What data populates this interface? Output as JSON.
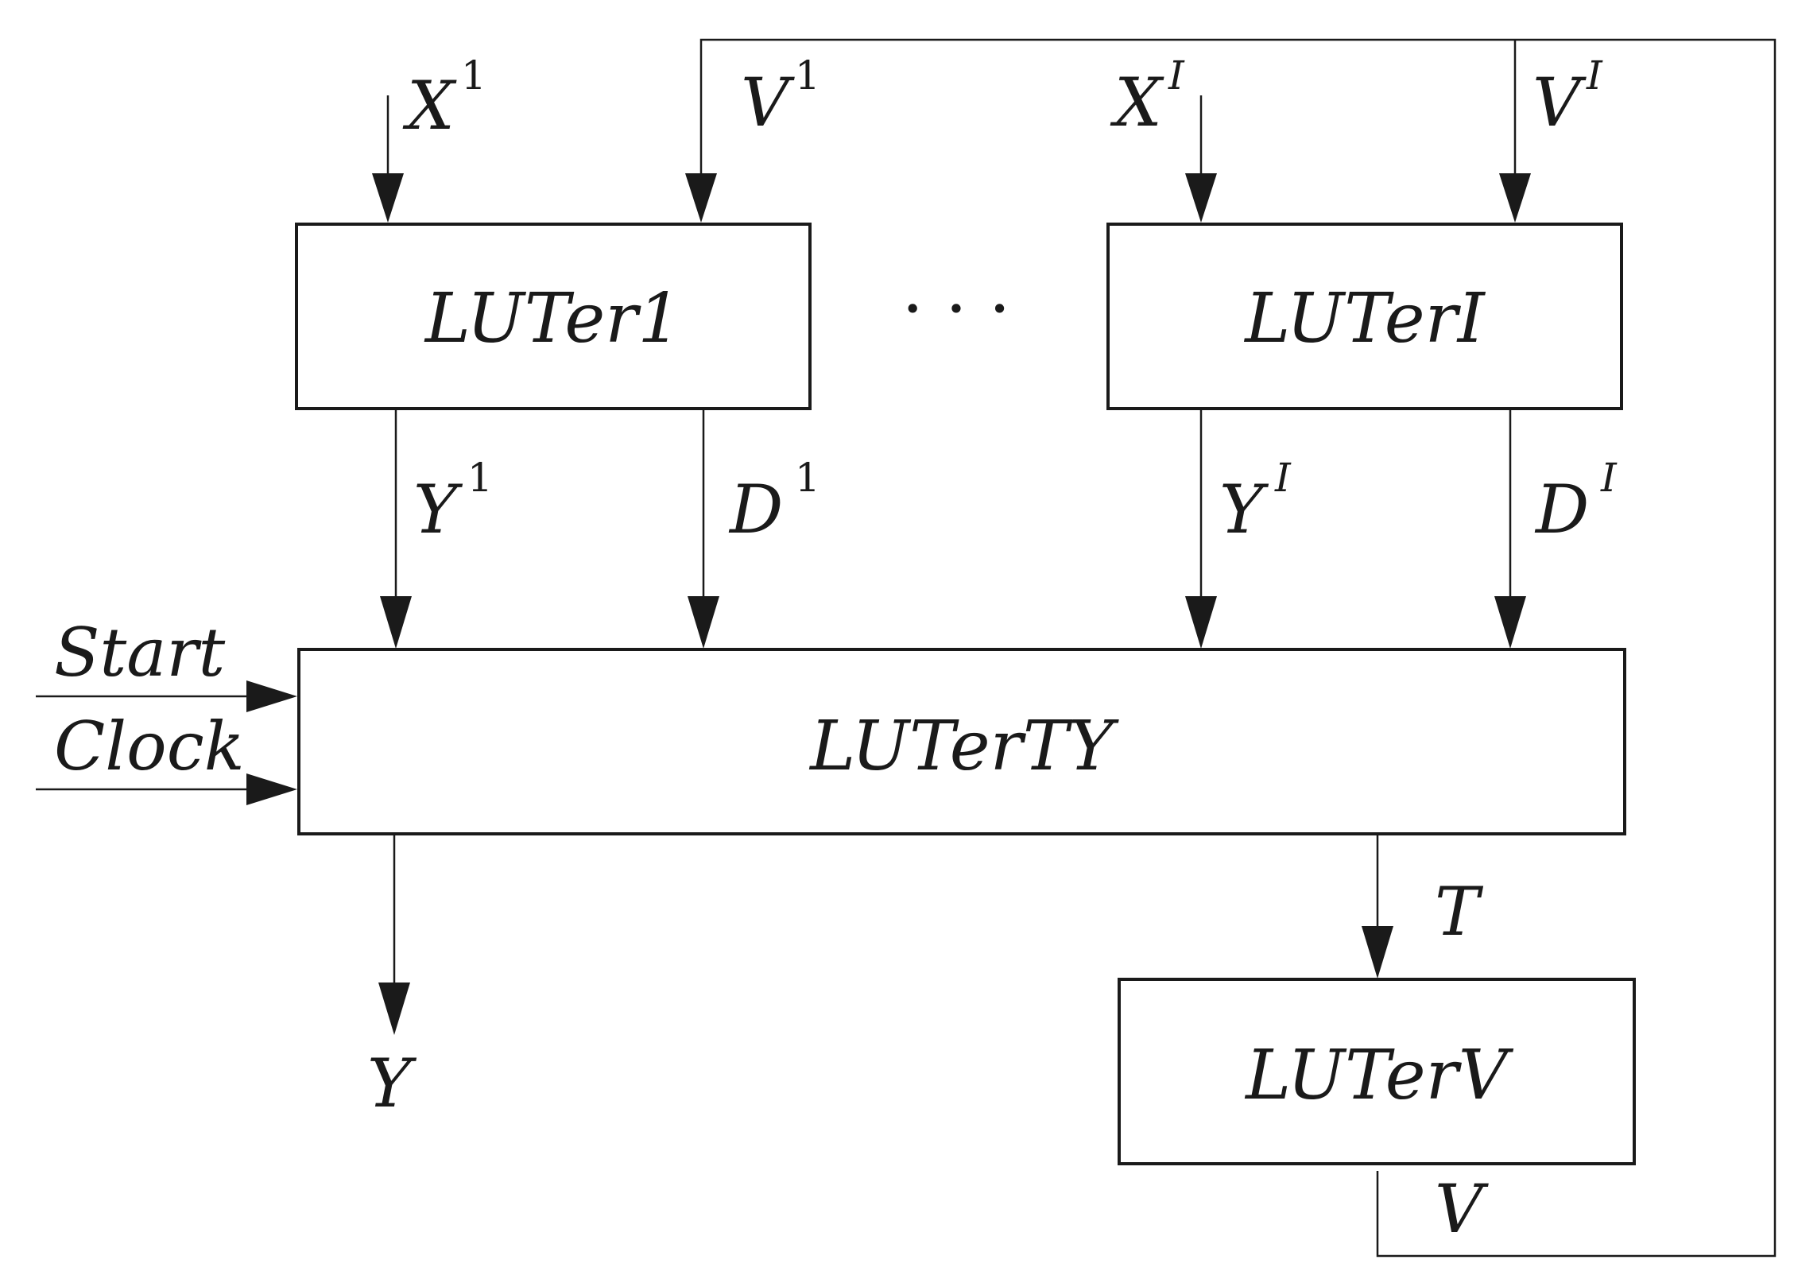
{
  "blocks": {
    "luter1": "LUTer1",
    "luteri": "LUTerI",
    "lutert_y": "LUTerTY",
    "luterv": "LUTerV"
  },
  "ellipsis": "· · ·",
  "signals": {
    "x1": {
      "base": "X",
      "sup": "1"
    },
    "v1": {
      "base": "V",
      "sup": "1"
    },
    "xi": {
      "base": "X",
      "sup": "I"
    },
    "vi": {
      "base": "V",
      "sup": "I"
    },
    "y1": {
      "base": "Y",
      "sup": "1"
    },
    "d1": {
      "base": "D",
      "sup": "1"
    },
    "yi": {
      "base": "Y",
      "sup": "I"
    },
    "di": {
      "base": "D",
      "sup": "I"
    },
    "start": "Start",
    "clock": "Clock",
    "y_out": "Y",
    "t": "T",
    "v": "V"
  }
}
